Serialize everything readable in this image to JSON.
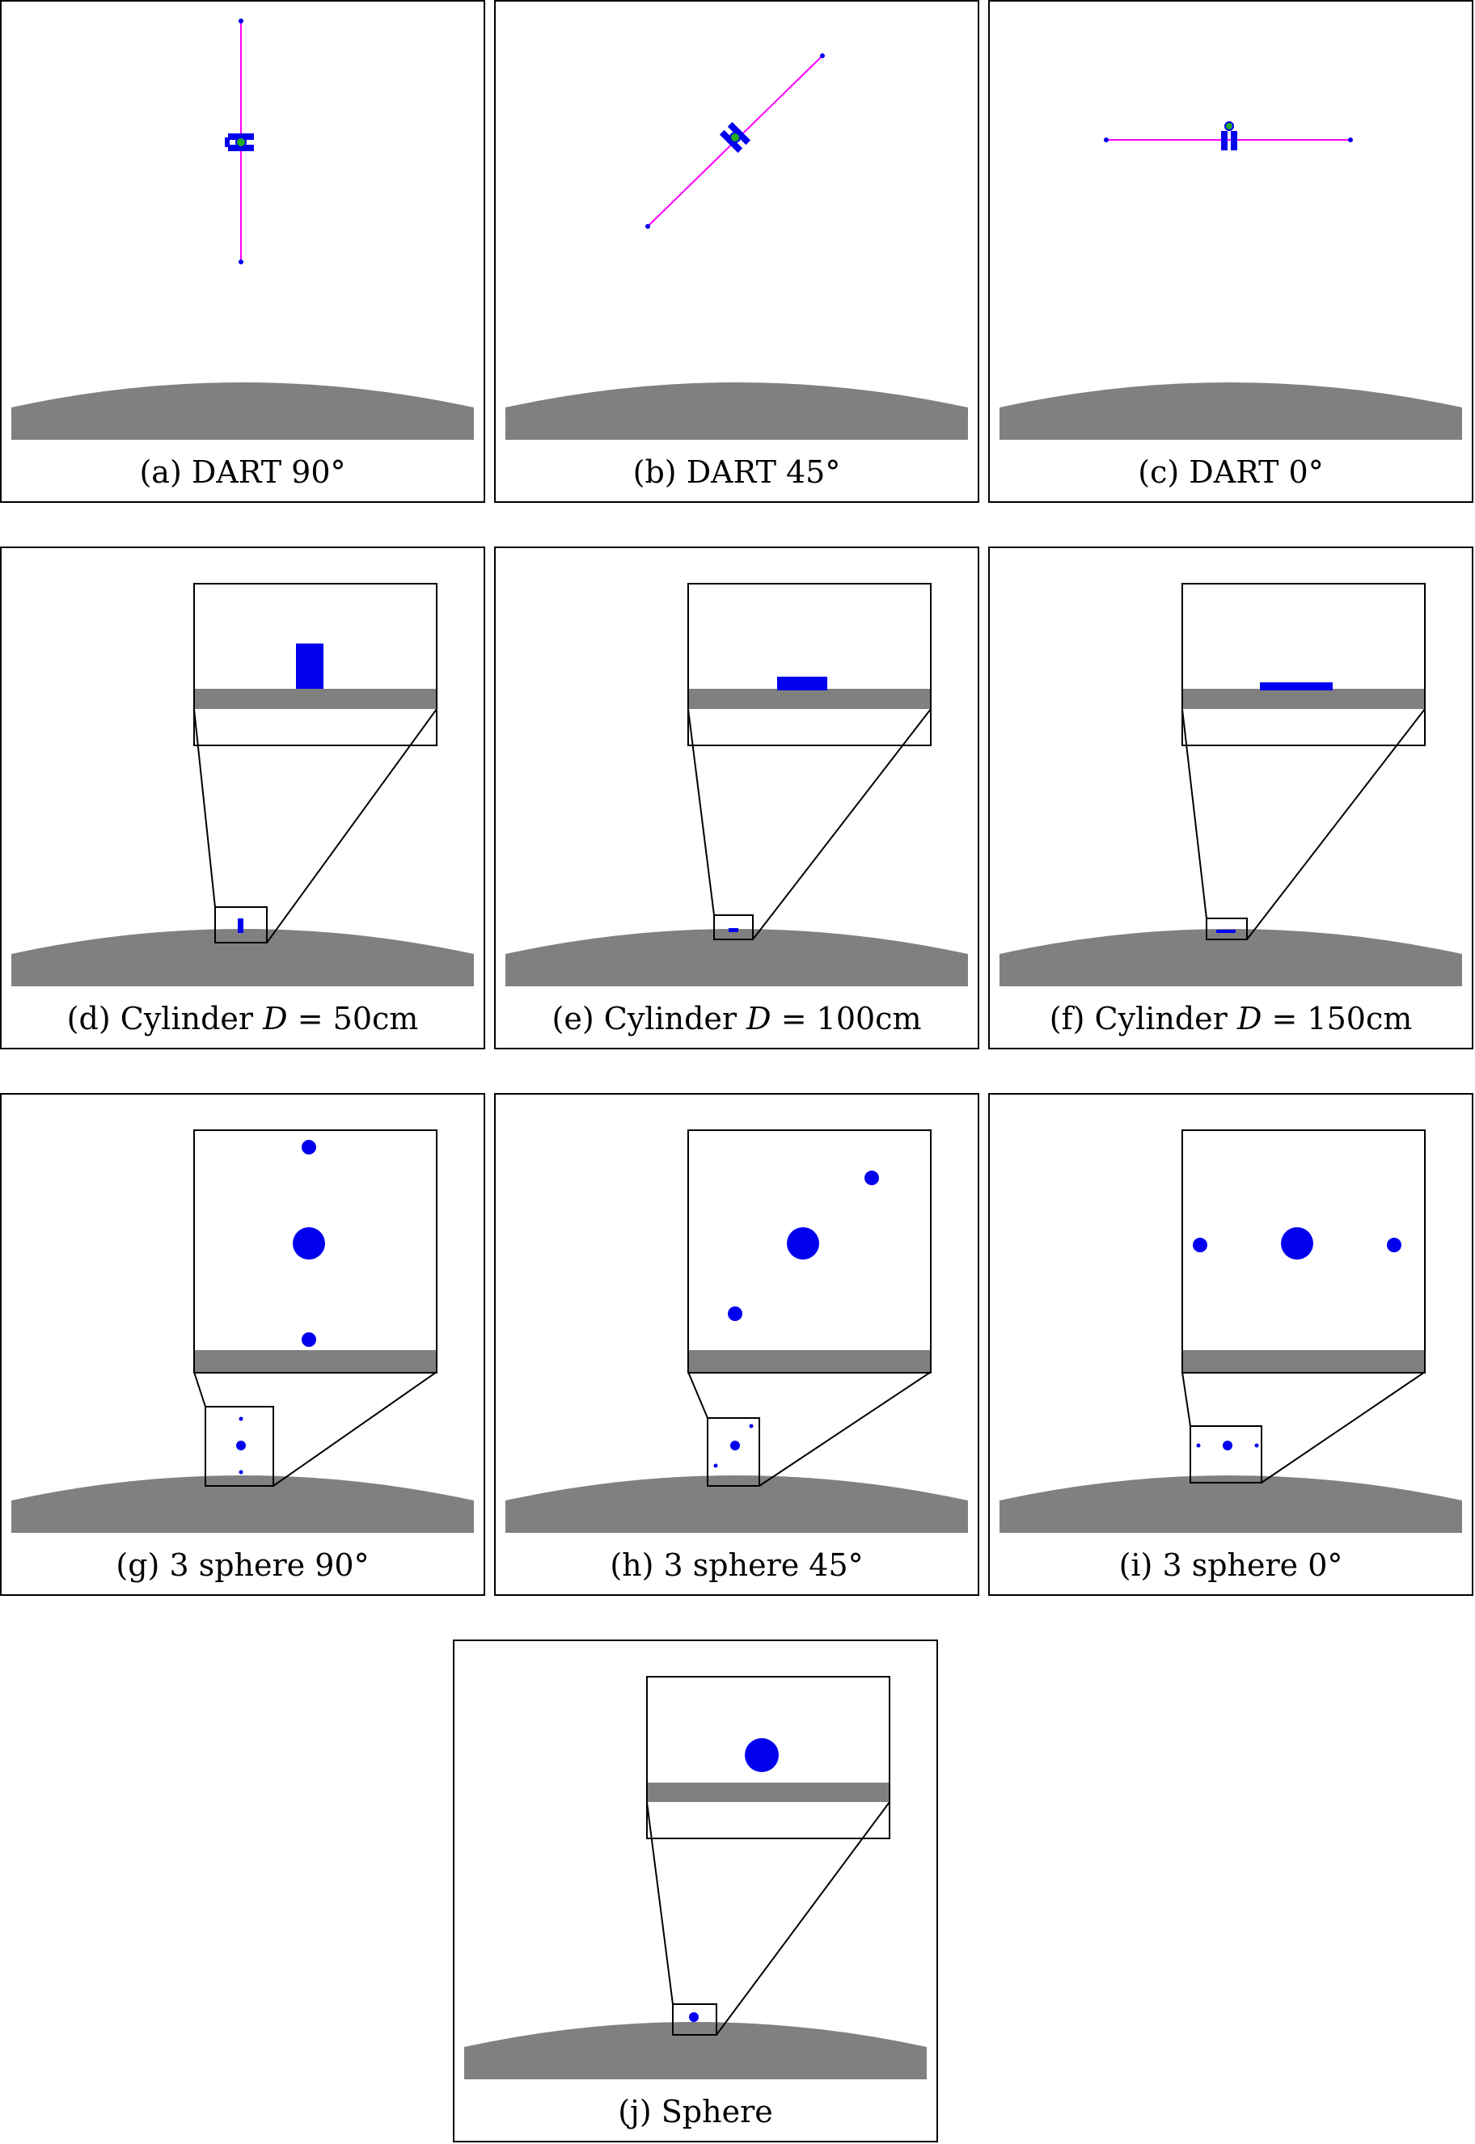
{
  "figure": {
    "panels": [
      {
        "id": "a",
        "label": "(a)",
        "text": "DART 90°"
      },
      {
        "id": "b",
        "label": "(b)",
        "text": "DART 45°"
      },
      {
        "id": "c",
        "label": "(c)",
        "text": "DART 0°"
      },
      {
        "id": "d",
        "label": "(d)",
        "prefix": "Cylinder",
        "var": "D",
        "value": "= 50cm"
      },
      {
        "id": "e",
        "label": "(e)",
        "prefix": "Cylinder",
        "var": "D",
        "value": "= 100cm"
      },
      {
        "id": "f",
        "label": "(f)",
        "prefix": "Cylinder",
        "var": "D",
        "value": "= 150cm"
      },
      {
        "id": "g",
        "label": "(g)",
        "text": "3 sphere 90°"
      },
      {
        "id": "h",
        "label": "(h)",
        "text": "3 sphere 45°"
      },
      {
        "id": "i",
        "label": "(i)",
        "text": "3 sphere 0°"
      },
      {
        "id": "j",
        "label": "(j)",
        "text": "Sphere"
      }
    ]
  },
  "colors": {
    "ground": "#808080",
    "body": "#0000ee",
    "boom": "#ff00ff",
    "frame": "#000000"
  }
}
